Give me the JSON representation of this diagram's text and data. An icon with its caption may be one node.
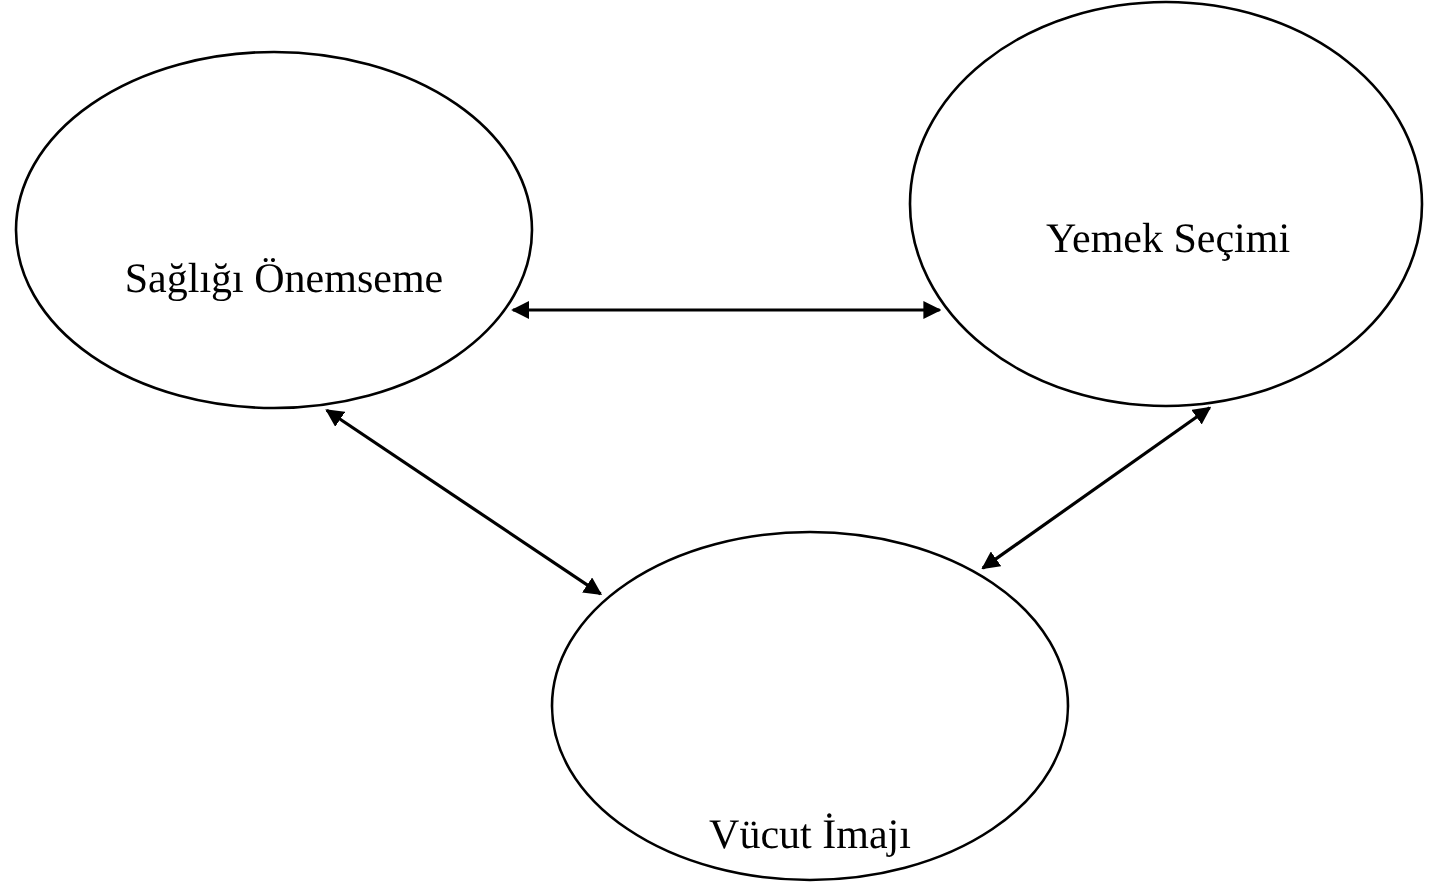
{
  "diagram": {
    "nodes": [
      {
        "text": [
          "Sağlığı Önemseme"
        ]
      },
      {
        "text": [
          "Yemek Seçimi"
        ]
      },
      {
        "text": [
          "Vücut İmajı"
        ]
      }
    ],
    "edges": [
      {
        "from": 0,
        "to": 1,
        "arrow": "both"
      },
      {
        "from": 0,
        "to": 2,
        "arrow": "both"
      },
      {
        "from": 1,
        "to": 2,
        "arrow": "both"
      }
    ]
  }
}
